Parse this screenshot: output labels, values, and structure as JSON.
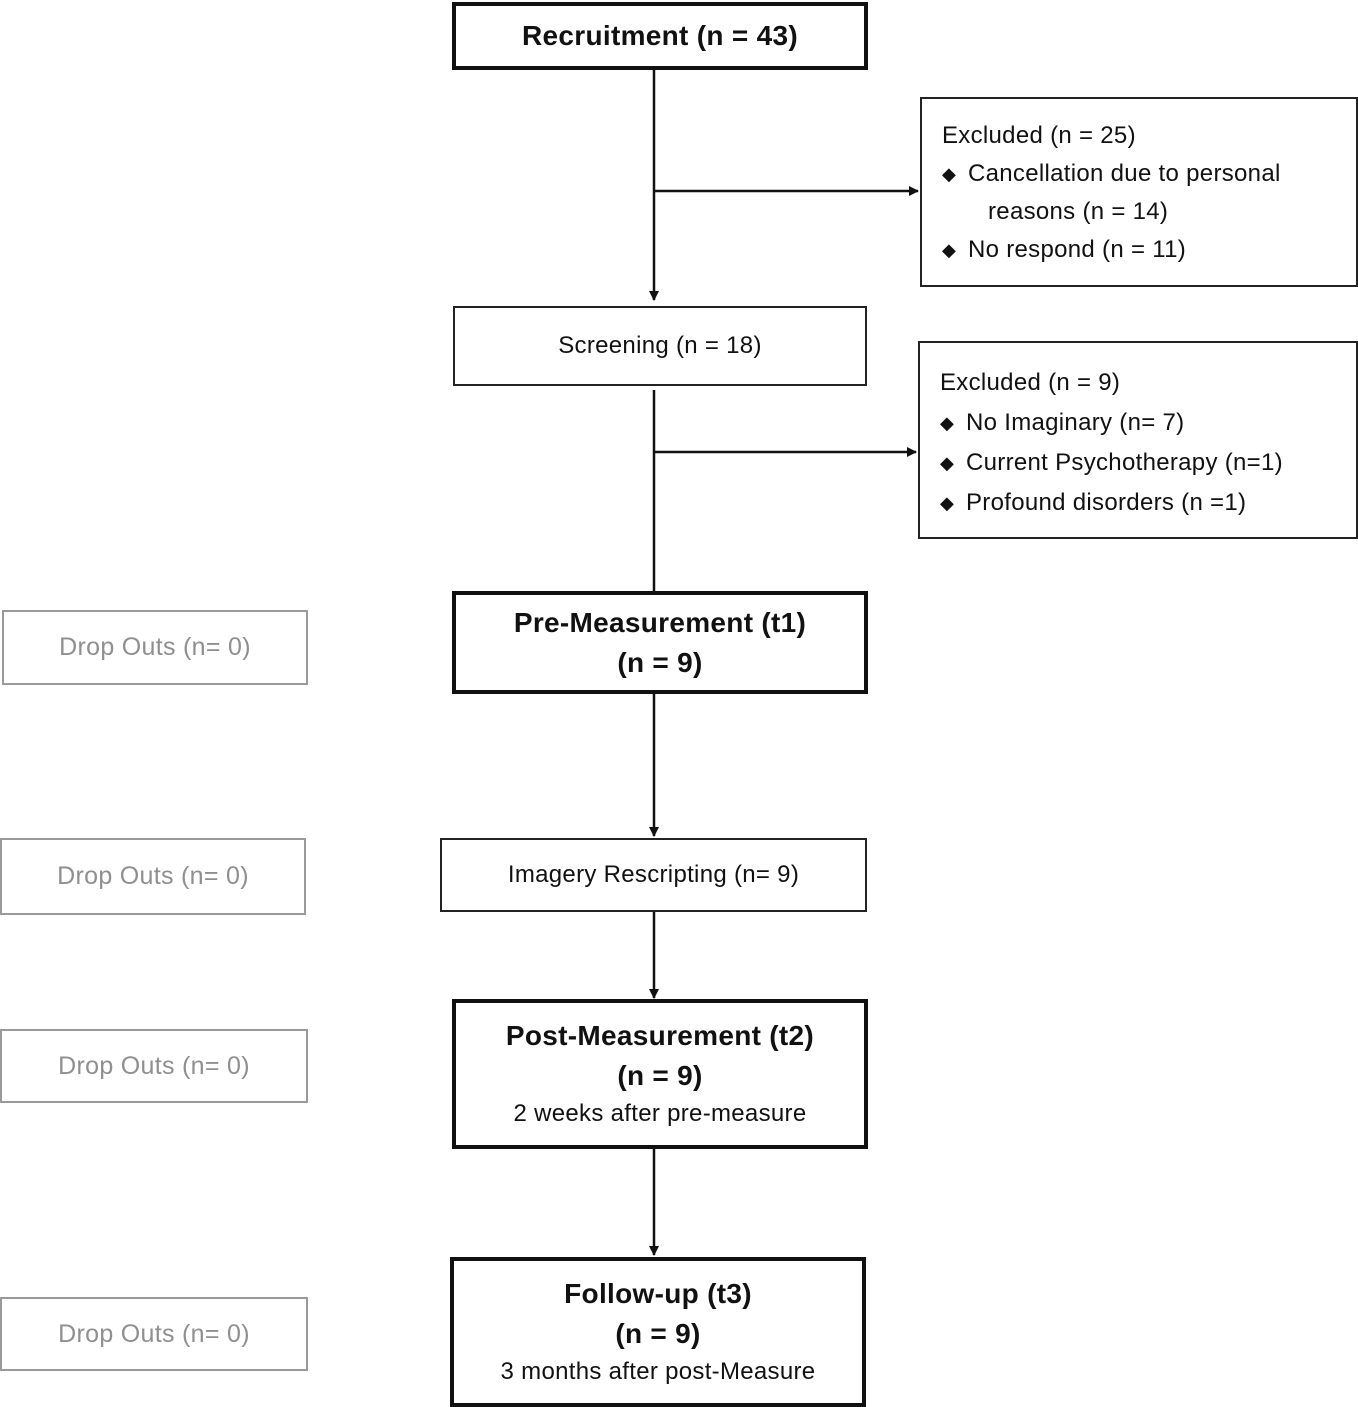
{
  "recruitment": {
    "label": "Recruitment (n = 43)"
  },
  "excluded_1": {
    "title": "Excluded (n = 25)",
    "items": [
      {
        "line1": "Cancellation due to personal",
        "line2": "reasons (n = 14)"
      },
      {
        "line1": "No respond (n = 11)"
      }
    ]
  },
  "screening": {
    "label": "Screening (n = 18)"
  },
  "excluded_2": {
    "title": "Excluded (n = 9)",
    "items": [
      {
        "line1": "No Imaginary (n= 7)"
      },
      {
        "line1": "Current Psychotherapy (n=1)"
      },
      {
        "line1": "Profound disorders (n =1)"
      }
    ]
  },
  "pre_measurement": {
    "title": "Pre-Measurement (t1)",
    "n": "(n = 9)"
  },
  "imagery": {
    "label": "Imagery Rescripting (n= 9)"
  },
  "post_measurement": {
    "title": "Post-Measurement (t2)",
    "n": "(n = 9)",
    "note": "2 weeks after pre-measure"
  },
  "follow_up": {
    "title": "Follow-up (t3)",
    "n": "(n = 9)",
    "note": "3 months after post-Measure"
  },
  "dropouts": [
    {
      "label": "Drop Outs (n= 0)"
    },
    {
      "label": "Drop Outs (n= 0)"
    },
    {
      "label": "Drop Outs (n= 0)"
    },
    {
      "label": "Drop Outs (n= 0)"
    }
  ],
  "bullet_symbol": "◆",
  "colors": {
    "line": "#111111",
    "dropout_text": "#8f8f8f",
    "dropout_border": "#9a9a9a"
  }
}
